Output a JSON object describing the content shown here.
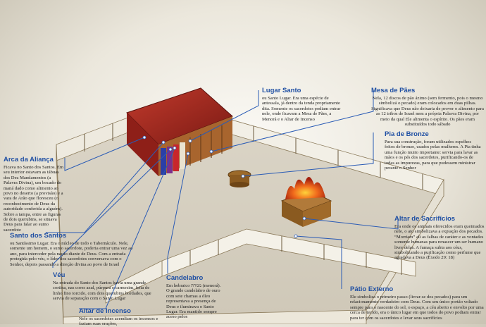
{
  "labels": {
    "lugar_santo": {
      "title": "Lugar Santo",
      "text": "ou Santo Lugar. Era uma espécie de antessala, já dentro da tenda propriamente dita. Somente os sacerdotes podiam entrar nele, onde ficavam a Mesa de Pães, a Menorá e o Altar de Incenso"
    },
    "mesa_de_paes": {
      "title": "Mesa de Pães",
      "text": "Nela, 12 discos de pão ázimo (sem fermento, pois o mesmo simbolizá o pecado) eram colocados em duas pilhas. Significava que Deus não deixaria de prover o alimento para as 12 tribos de Israel nem a própria Palavra Divina, por meio da qual Ele alimenta o espírito. Os pães eram substituídos todo sábado"
    },
    "pia_de_bronze": {
      "title": "Pia de Bronze",
      "text": "Para sua construção, foram utilizados espelhos feitos de bronze, usados pelas mulheres. A Pia tinha uma função muito importante: servia para lavar as mãos e os pés dos sacerdotes, purificando-os de todas as impurezas, para que pudessem ministrar perante o Senhor"
    },
    "arca_da_alianca": {
      "title": "Arca da Aliança",
      "text": "Ficava no Santo dos Santos. Em seu interior estavam as tábuas dos Dez Mandamentos (a Palavra Divina), um bocado do maná dado como alimento ao povo no deserto (a provisão) e a vara de Arão que floresceu (o reconhecimento de Deus da autoridade conferida a alguém). Sobre a tampa, entre as figuras de dois querubins, se situava Deus para falar ao sumo sacerdote"
    },
    "santo_dos_santos": {
      "title": "Santo dos Santos",
      "text": "ou Santíssimo Lugar. Era o núcleo de todo o Tabernáculo. Nele, somente um homem, o sumo sacerdote, poderia entrar uma vez ao ano, para interceder pela nação diante de Deus. Com a entrada protegida pelo véu, o líder dos sacerdotes conversava com o Senhor, depois passando a direção divina ao povo de Israel"
    },
    "altar_de_sacrificios": {
      "title": "Altar de Sacrifícios",
      "text": "Era onde os animais oferecidos eram queimados nele, o ato simbolizava a expiação dos pecados. “Morriam” ali as falhas de caráter e as vontades somente humanas para renascer um ser humano livre delas. A fumaça subia aos céus, simbolizando a purificação como perfume que agradava a Deus (Êxodo 29: 18)"
    },
    "veu": {
      "title": "Véu",
      "text": "Na entrada do Santo dos Santos havia uma grande cortina, nas cores azul, púrpura e carmesim, feita de linho fino torcido, com dois querubins bordados, que servia de separação com o Santo Lugar"
    },
    "candelabro": {
      "title": "Candelabro",
      "text": "Em hebraico מנורה (menorá). O grande candelabro de ouro com sete chamas a óleo representava a presença de Deus e iluminava o Santo Lugar. Era mantido sempre aceso pelos"
    },
    "altar_de_incenso": {
      "title": "Altar de Incenso",
      "text": "Nele os sacerdotes acendiam os incensos e faziam suas orações,"
    },
    "patio_externo": {
      "title": "Pátio Externo",
      "text": "Ele simboliza o primeiro passo (livrar-se dos pecados) para um relacionamento verdadeiro com Deus. Com seu único portão voltado sempre para o nascente do sol, o espaço, a céu aberto e envolto por uma cerca de tecido, era o único lugar em que todos do povo podiam entrar para ter com os sacerdotes e levar seus sacrifícios"
    }
  },
  "colors": {
    "accent": "#1f4fa3",
    "leader_line": "#2a5bb5",
    "tent_red": "#b12a22",
    "fire": "#e8541c",
    "ground": "#d8d2c4"
  },
  "icons": [
    "tabernacle-tent-icon",
    "courtyard-fence-icon",
    "bronze-laver-icon",
    "sacrifice-altar-fire-icon"
  ]
}
